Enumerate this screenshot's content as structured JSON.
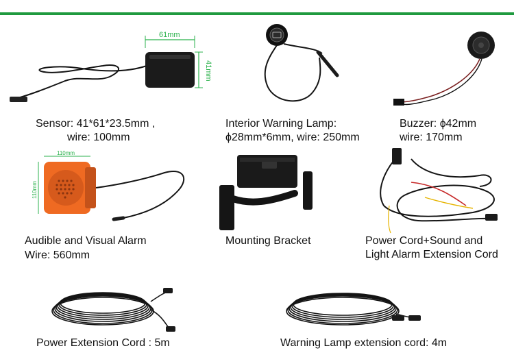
{
  "colors": {
    "accent": "#1f9a3f",
    "dimension": "#2bb24c",
    "alarm_orange": "#ef6a22",
    "product_black": "#141414"
  },
  "products": {
    "sensor": {
      "line1": "Sensor: 41*61*23.5mm ,",
      "line2": "wire: 100mm",
      "dim_width": "61mm",
      "dim_height": "41mm"
    },
    "interior_lamp": {
      "line1": "Interior Warning Lamp:",
      "line2": "ϕ28mm*6mm, wire: 250mm"
    },
    "buzzer": {
      "line1": "Buzzer:  ϕ42mm",
      "line2": "wire: 170mm"
    },
    "alarm": {
      "line1": "Audible and Visual Alarm",
      "line2": "Wire: 560mm",
      "dim_width": "110mm",
      "dim_height": "110mm"
    },
    "bracket": {
      "line1": "Mounting Bracket"
    },
    "power_cord": {
      "line1": "Power Cord+Sound and",
      "line2": "Light Alarm Extension Cord"
    },
    "power_extension": {
      "line1": "Power Extension Cord : 5m"
    },
    "lamp_extension": {
      "line1": "Warning Lamp extension cord: 4m"
    }
  }
}
